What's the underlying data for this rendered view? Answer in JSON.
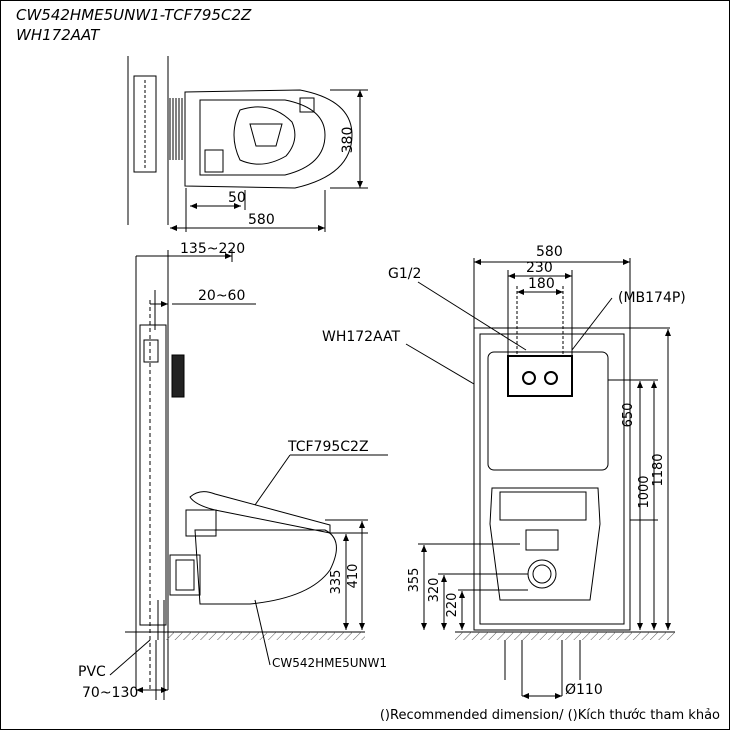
{
  "header": {
    "model_line": "CW542HME5UNW1-TCF795C2Z",
    "frame_line": "WH172AAT"
  },
  "top_view": {
    "dim_depth": "380",
    "dim_offset": "50",
    "dim_width": "580"
  },
  "side_view": {
    "dim_wall_range": "135~220",
    "dim_panel_gap": "20~60",
    "label_seat": "TCF795C2Z",
    "label_bowl": "CW542HME5UNW1",
    "label_frame": "WH172AAT",
    "dim_bowl_height": "335",
    "dim_seat_height": "410",
    "label_pvc": "PVC",
    "dim_pvc_range": "70~130"
  },
  "front_view": {
    "dim_frame_width": "580",
    "dim_inner_width": "230",
    "dim_bolt_spacing": "180",
    "label_inlet": "G1/2",
    "label_button": "(MB174P)",
    "dim_button_height": "650",
    "dim_upper_height": "1000",
    "dim_total_height": "1180",
    "dim_355": "355",
    "dim_320": "320",
    "dim_220": "220",
    "dim_drain": "Ø110"
  },
  "footer": {
    "note": "()Recommended dimension/ ()Kích thước tham khảo"
  }
}
